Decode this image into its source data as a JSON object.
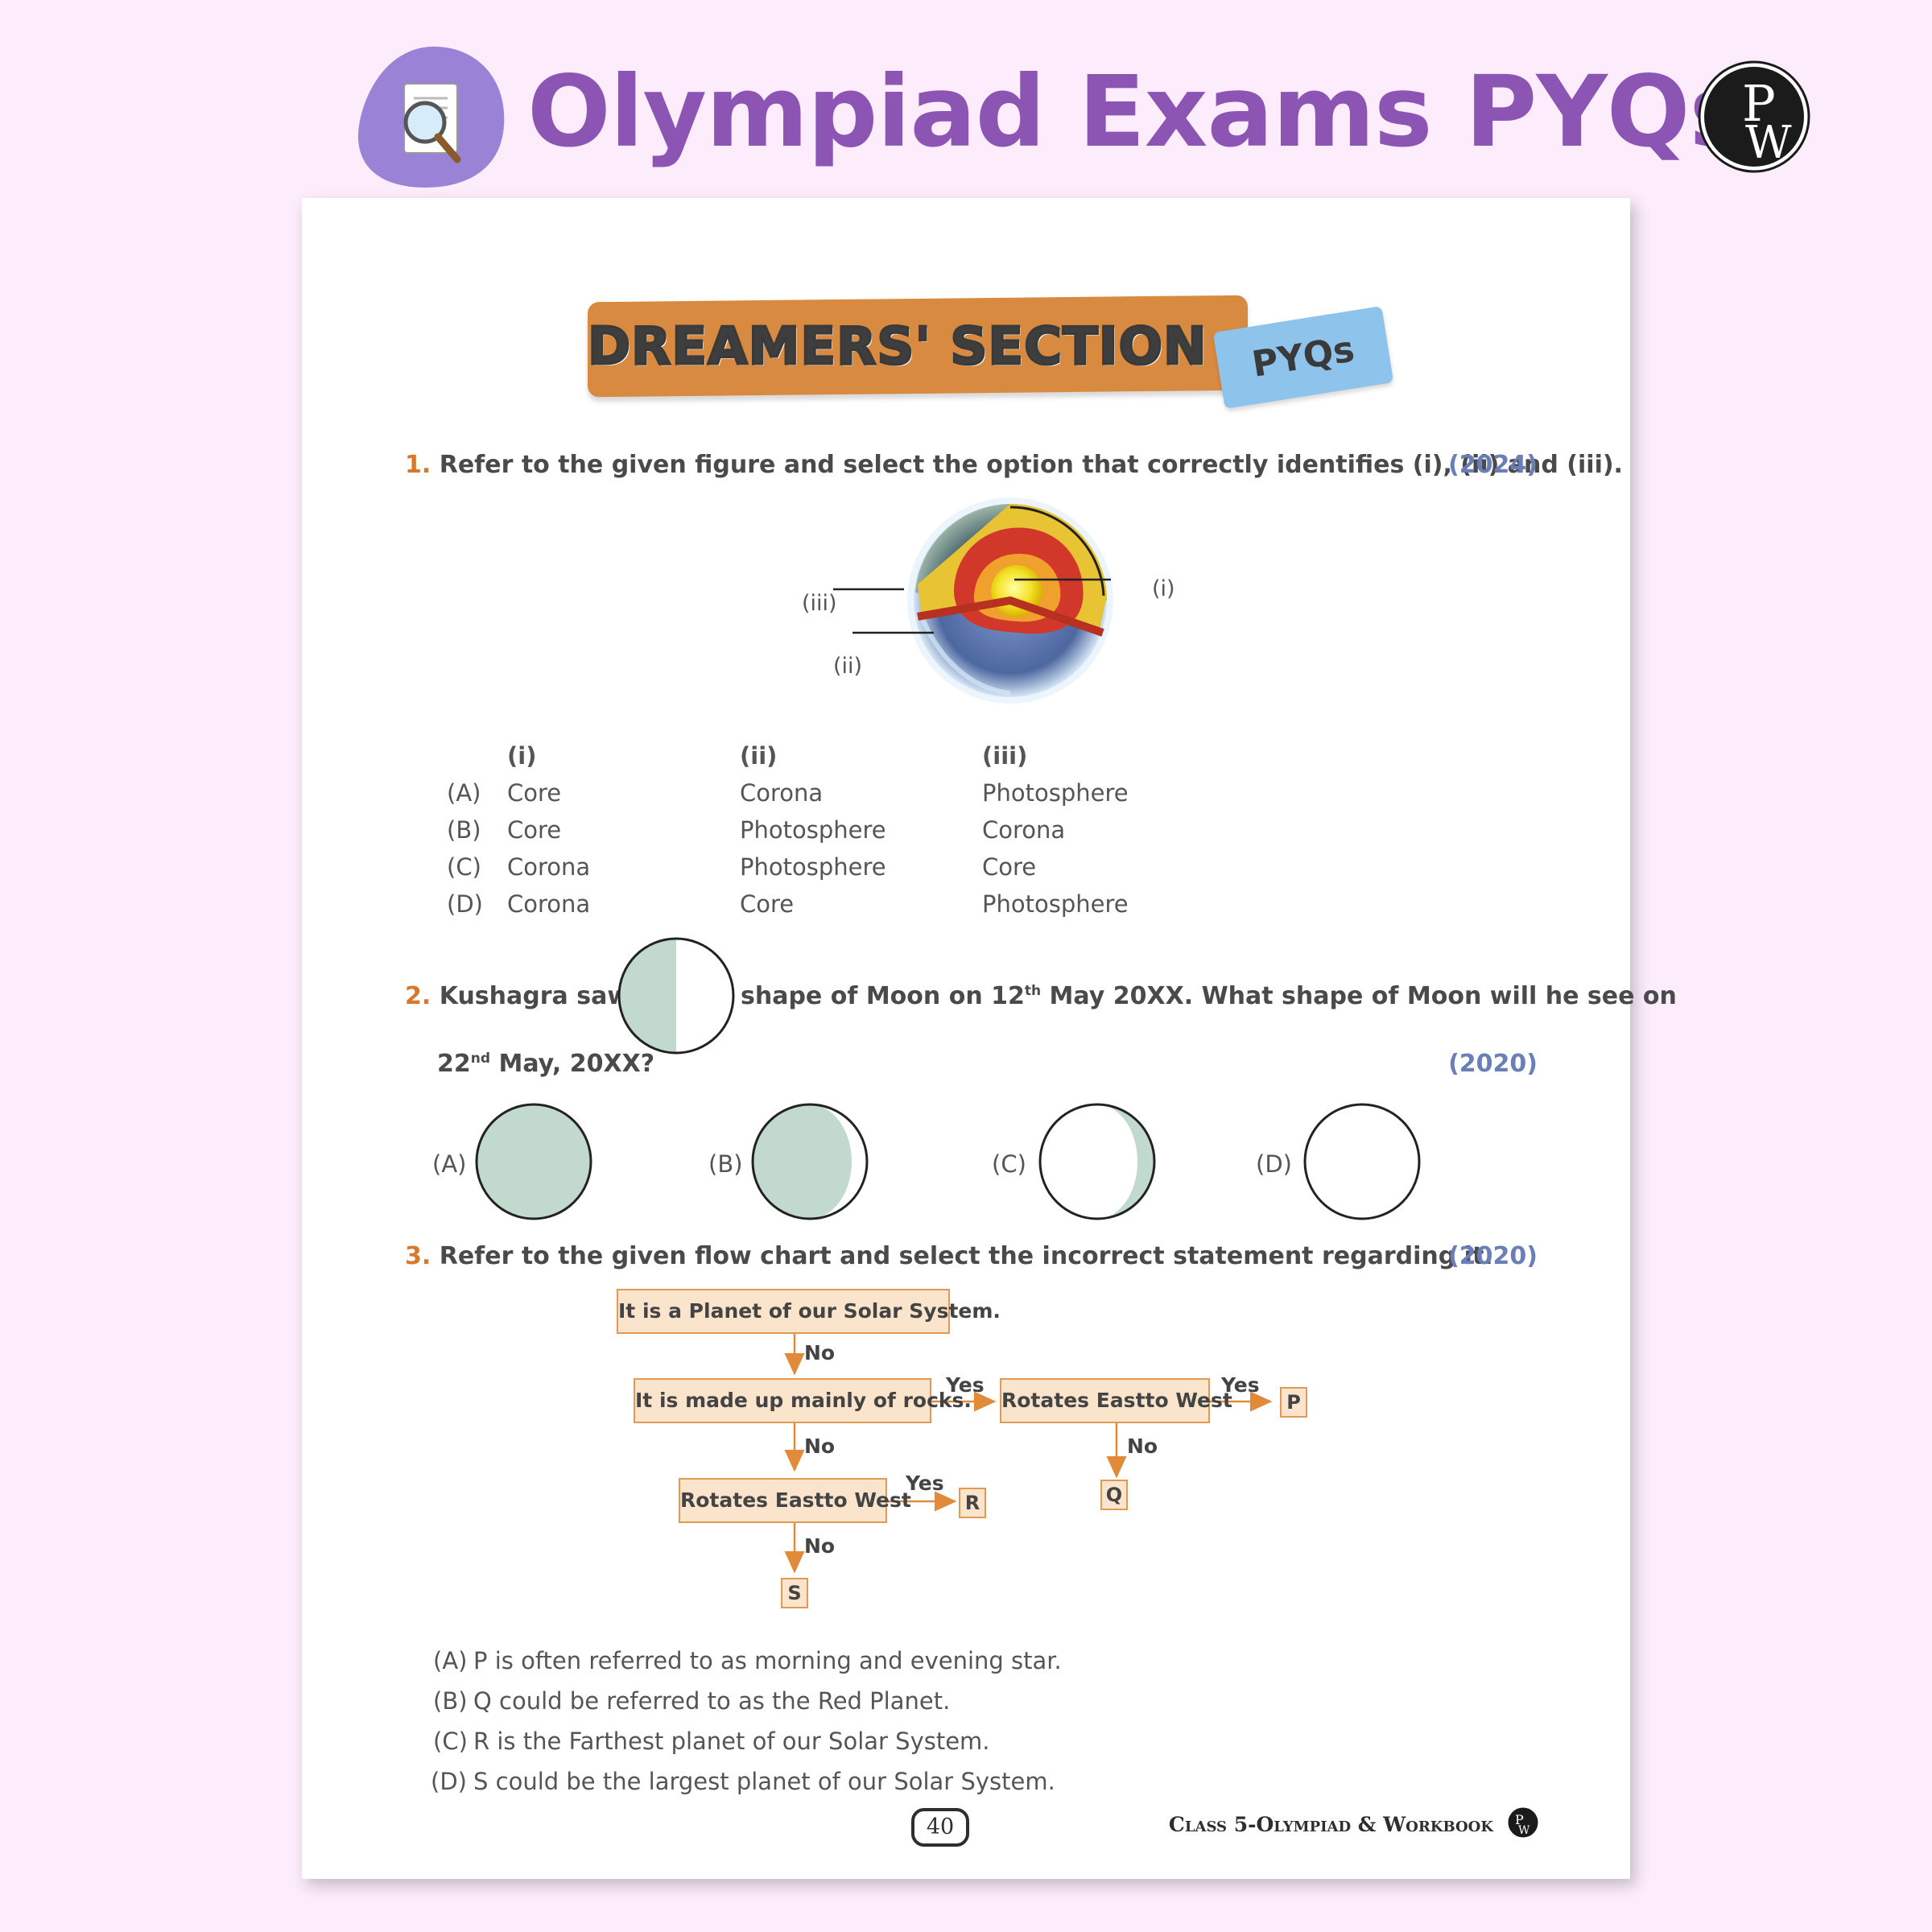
{
  "header": {
    "title": "Olympiad Exams PYQs",
    "logo_icon": "document-search-icon",
    "brand_logo_letters": "PW"
  },
  "banner": {
    "title": "DREAMERS' SECTION",
    "tag": "PYQs"
  },
  "question1": {
    "number": "1.",
    "text": "Refer to the given figure and select the option that correctly identifies (i), (ii) and (iii).",
    "year": "(2024)",
    "figure_labels": [
      "(i)",
      "(ii)",
      "(iii)"
    ],
    "columns": [
      "(i)",
      "(ii)",
      "(iii)"
    ],
    "options": [
      {
        "label": "(A)",
        "values": [
          "Core",
          "Corona",
          "Photosphere"
        ]
      },
      {
        "label": "(B)",
        "values": [
          "Core",
          "Photosphere",
          "Corona"
        ]
      },
      {
        "label": "(C)",
        "values": [
          "Corona",
          "Photosphere",
          "Core"
        ]
      },
      {
        "label": "(D)",
        "values": [
          "Corona",
          "Core",
          "Photosphere"
        ]
      }
    ]
  },
  "question2": {
    "number": "2.",
    "text_before": "Kushagra saw",
    "text_after_1": "shape of Moon on 12",
    "sup1": "th",
    "text_after_2": " May 20XX. What shape of Moon will he see on",
    "line2_a": "22",
    "sup2": "nd",
    "line2_b": " May, 20XX?",
    "year": "(2020)",
    "moon_color": "#c2d9ce",
    "options": [
      "(A)",
      "(B)",
      "(C)",
      "(D)"
    ]
  },
  "question3": {
    "number": "3.",
    "text": "Refer to the given flow chart and select the incorrect statement regarding it.",
    "year": "(2020)",
    "flow": {
      "box1": "It is a Planet of our Solar System.",
      "box2": "It is made up mainly of rocks.",
      "box3": "Rotates Eastto West",
      "box4": "Rotates Eastto West",
      "no": "No",
      "yes": "Yes",
      "P": "P",
      "Q": "Q",
      "R": "R",
      "S": "S"
    },
    "options": [
      {
        "label": "(A)",
        "text": "P is often referred to as morning and evening star."
      },
      {
        "label": "(B)",
        "text": "Q could be referred to as the Red Planet."
      },
      {
        "label": "(C)",
        "text": "R is the Farthest planet of our Solar System."
      },
      {
        "label": "(D)",
        "text": "S could be the largest planet of our Solar System."
      }
    ]
  },
  "footer": {
    "page_number": "40",
    "book": "Class 5-Olympiad & Workbook"
  }
}
